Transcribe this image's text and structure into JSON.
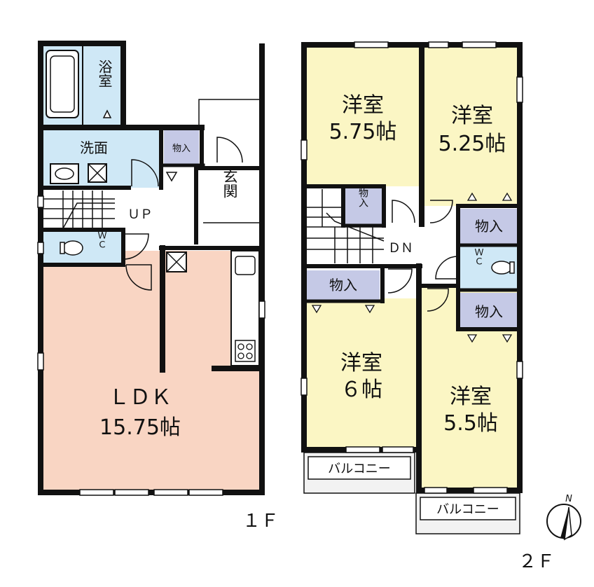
{
  "floors": {
    "first_floor_label": "１Ｆ",
    "second_floor_label": "２Ｆ"
  },
  "colors": {
    "wall": "#111111",
    "ldk": "#f9d5c3",
    "bedroom": "#fbf6c4",
    "water": "#cfe8f6",
    "storage": "#c5c9e6",
    "stairs_hall": "#ffffff",
    "balcony": "#f2f2f2"
  },
  "rooms_1f": {
    "bath": "浴室",
    "washroom": "洗面",
    "storage": "物入",
    "entrance": "玄関",
    "stairs_up": "ＵＰ",
    "wc": "ＷＣ",
    "ldk_name": "ＬＤＫ",
    "ldk_size": "15.75帖"
  },
  "rooms_2f": {
    "bedroom_nw_name": "洋室",
    "bedroom_nw_size": "5.75帖",
    "bedroom_ne_name": "洋室",
    "bedroom_ne_size": "5.25帖",
    "bedroom_sw_name": "洋室",
    "bedroom_sw_size": "６帖",
    "bedroom_se_name": "洋室",
    "bedroom_se_size": "5.5帖",
    "storage_stairs": "物入",
    "storage_ne": "物入",
    "storage_sw": "物入",
    "storage_se": "物入",
    "wc": "ＷＣ",
    "stairs_down": "ＤＮ",
    "balcony_left": "バルコニー",
    "balcony_right": "バルコニー"
  },
  "compass": {
    "north_label": "N"
  }
}
